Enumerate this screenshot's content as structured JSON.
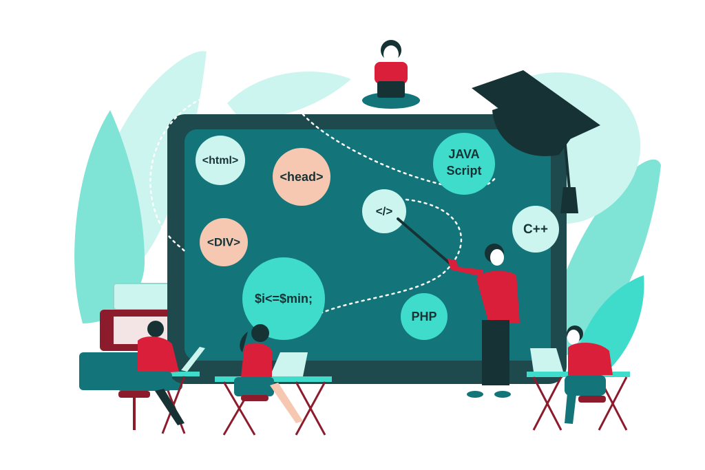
{
  "colors": {
    "board_frame": "#1f4a4d",
    "board_screen": "#137579",
    "accent_teal": "#3fdccb",
    "light_teal": "#cdf5ef",
    "peach": "#f7c8b1",
    "red_shirt": "#d91f3a",
    "dark": "#163235",
    "books_red": "#8c1b2c"
  },
  "bubbles": {
    "html": "<html>",
    "head": "<head>",
    "java_line1": "JAVA",
    "java_line2": "Script",
    "code": "</>",
    "cpp": "C++",
    "div": "<DIV>",
    "php": "PHP",
    "var": "$i<=$min;"
  }
}
